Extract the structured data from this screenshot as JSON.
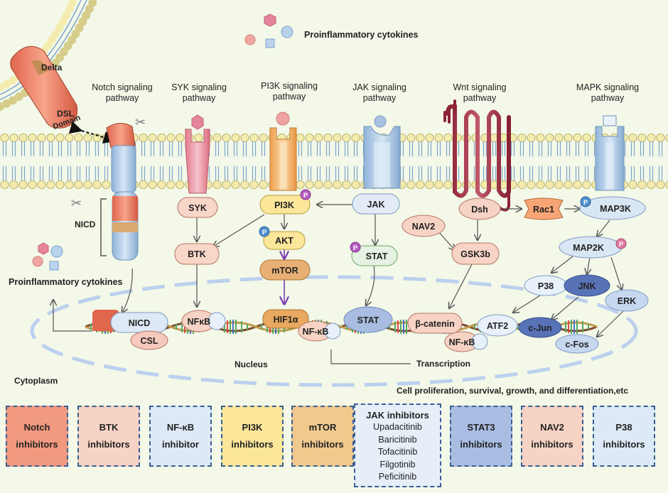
{
  "top_cytokines_label": "Proinflammatory cytokines",
  "side_cytokines_label": "Proinflammatory cytokines",
  "membrane_ligands": {
    "delta": "Delta",
    "dsl": "DSL",
    "domain": "Domain"
  },
  "pathways": [
    {
      "id": "notch",
      "label": "Notch signaling\npathway"
    },
    {
      "id": "syk",
      "label": "SYK signaling\npathway"
    },
    {
      "id": "pi3k",
      "label": "PI3K signaling\npathway"
    },
    {
      "id": "jak",
      "label": "JAK signaling\npathway"
    },
    {
      "id": "wnt",
      "label": "Wnt signaling\npathway"
    },
    {
      "id": "mapk",
      "label": "MAPK signaling\npathway"
    }
  ],
  "nodes": {
    "nicd_label": "NICD",
    "syk": "SYK",
    "btk": "BTK",
    "pi3k": "PI3K",
    "akt": "AKT",
    "mtor": "mTOR",
    "jak": "JAK",
    "stat": "STAT",
    "nav2": "NAV2",
    "dsh": "Dsh",
    "gsk3b": "GSK3b",
    "rac1": "Rac1",
    "map3k": "MAP3K",
    "map2k": "MAP2K",
    "p38": "P38",
    "jnk": "JNK",
    "erk": "ERK",
    "phospho": "P"
  },
  "nuclear_factors": {
    "nicd": "NICD",
    "csl": "CSL",
    "nfkb_1": "NFκB",
    "hif1a": "HIF1α",
    "nfkb_2": "NF-κB",
    "stat": "STAT",
    "beta_catenin": "β-catenin",
    "nfkb_3": "NF-κB",
    "atf2": "ATF2",
    "cjun": "c-Jun",
    "cfos": "c-Fos"
  },
  "nucleus_label": "Nucleus",
  "cytoplasm_label": "Cytoplasm",
  "transcription_label": "Transcription",
  "outcome_label": "Cell proliferation, survival, growth, and differentiation,etc",
  "inhibitors": [
    {
      "line1": "Notch",
      "line2": "inhibitors",
      "color": "#f29a80"
    },
    {
      "line1": "BTK",
      "line2": "inhibitors",
      "color": "#f6d3c4"
    },
    {
      "line1": "NF-κB",
      "line2": "inhibitor",
      "color": "#dde9f6"
    },
    {
      "line1": "PI3K",
      "line2": "inhibitors",
      "color": "#fbe69a"
    },
    {
      "line1": "mTOR",
      "line2": "inhibitors",
      "color": "#f0c98d"
    }
  ],
  "jak_inhibitors": {
    "title": "JAK inhibitors",
    "drugs": [
      "Upadacitinib",
      "Baricitinib",
      "Tofacitinib",
      "Filgotinib",
      "Peficitinib"
    ],
    "color": "#e6eef8"
  },
  "inhibitors_right": [
    {
      "line1": "STAT3",
      "line2": "inhibitors",
      "color": "#a9bde3"
    },
    {
      "line1": "NAV2",
      "line2": "inhibitors",
      "color": "#f6d3c4"
    },
    {
      "line1": "P38",
      "line2": "inhibitors",
      "color": "#dde9f6"
    }
  ]
}
